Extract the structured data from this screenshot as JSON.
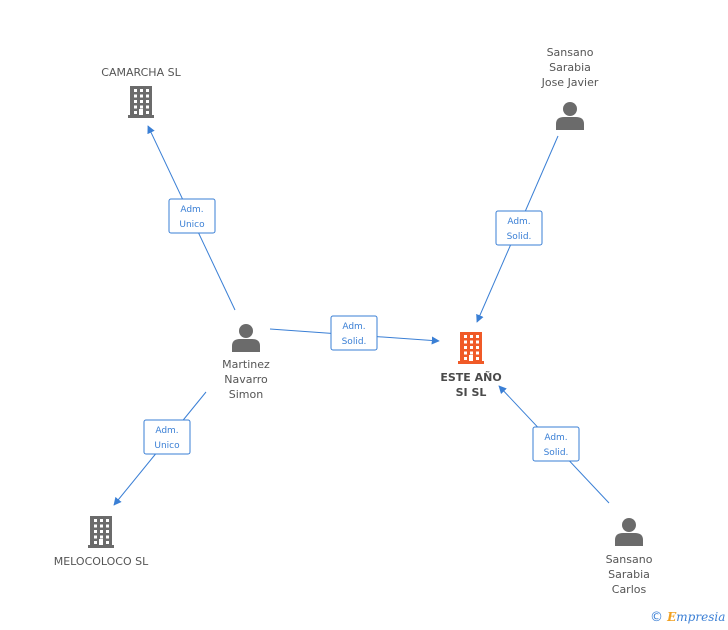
{
  "nodes": [
    {
      "id": "camarcha",
      "type": "company",
      "label_lines": [
        "CAMARCHA SL"
      ],
      "highlight": false
    },
    {
      "id": "sansano_jose",
      "type": "person",
      "label_lines": [
        "Sansano",
        "Sarabia",
        "Jose Javier"
      ],
      "highlight": false
    },
    {
      "id": "martinez",
      "type": "person",
      "label_lines": [
        "Martinez",
        "Navarro",
        "Simon"
      ],
      "highlight": false
    },
    {
      "id": "este_ano",
      "type": "company",
      "label_lines": [
        "ESTE AÑO",
        "SI SL"
      ],
      "highlight": true
    },
    {
      "id": "melocoloco",
      "type": "company",
      "label_lines": [
        "MELOCOLOCO SL"
      ],
      "highlight": false
    },
    {
      "id": "sansano_carlos",
      "type": "person",
      "label_lines": [
        "Sansano",
        "Sarabia",
        "Carlos"
      ],
      "highlight": false
    }
  ],
  "edges": [
    {
      "from": "martinez",
      "to": "camarcha",
      "label_lines": [
        "Adm.",
        "Unico"
      ]
    },
    {
      "from": "sansano_jose",
      "to": "este_ano",
      "label_lines": [
        "Adm.",
        "Solid."
      ]
    },
    {
      "from": "martinez",
      "to": "este_ano",
      "label_lines": [
        "Adm.",
        "Solid."
      ]
    },
    {
      "from": "martinez",
      "to": "melocoloco",
      "label_lines": [
        "Adm.",
        "Unico"
      ]
    },
    {
      "from": "sansano_carlos",
      "to": "este_ano",
      "label_lines": [
        "Adm.",
        "Solid."
      ]
    }
  ],
  "colors": {
    "edge": "#3a7fd5",
    "node": "#6b6b6b",
    "highlight": "#f05a28"
  },
  "footer": {
    "copyright": "©",
    "brand_first": "E",
    "brand_rest": "mpresia"
  }
}
